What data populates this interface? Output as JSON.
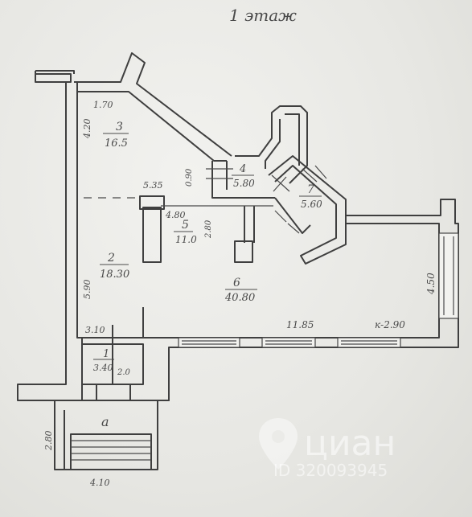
{
  "title": "1 этаж",
  "rooms": [
    {
      "id": "r1",
      "number": "1",
      "area": "3.40"
    },
    {
      "id": "r2",
      "number": "2",
      "area": "18.30"
    },
    {
      "id": "r3",
      "number": "3",
      "area": "16.5"
    },
    {
      "id": "r4",
      "number": "4",
      "area": "5.80"
    },
    {
      "id": "r5",
      "number": "5",
      "area": "11.0"
    },
    {
      "id": "r6",
      "number": "6",
      "area": "40.80"
    },
    {
      "id": "r7",
      "number": "7",
      "area": "5.60"
    }
  ],
  "stair_label": "a",
  "dimensions": {
    "d_170": "1.70",
    "d_420": "4.20",
    "d_090": "0.90",
    "d_535": "5.35",
    "d_480": "4.80",
    "d_280": "2.80",
    "d_590": "5.90",
    "d_310": "3.10",
    "d_200": "2.0",
    "d_1185": "11.85",
    "d_k290": "к-2.90",
    "d_450": "4.50",
    "d_280b": "2.80",
    "d_410": "4.10"
  },
  "watermark": {
    "brand": "циан",
    "id_text": "ID 320093945"
  }
}
